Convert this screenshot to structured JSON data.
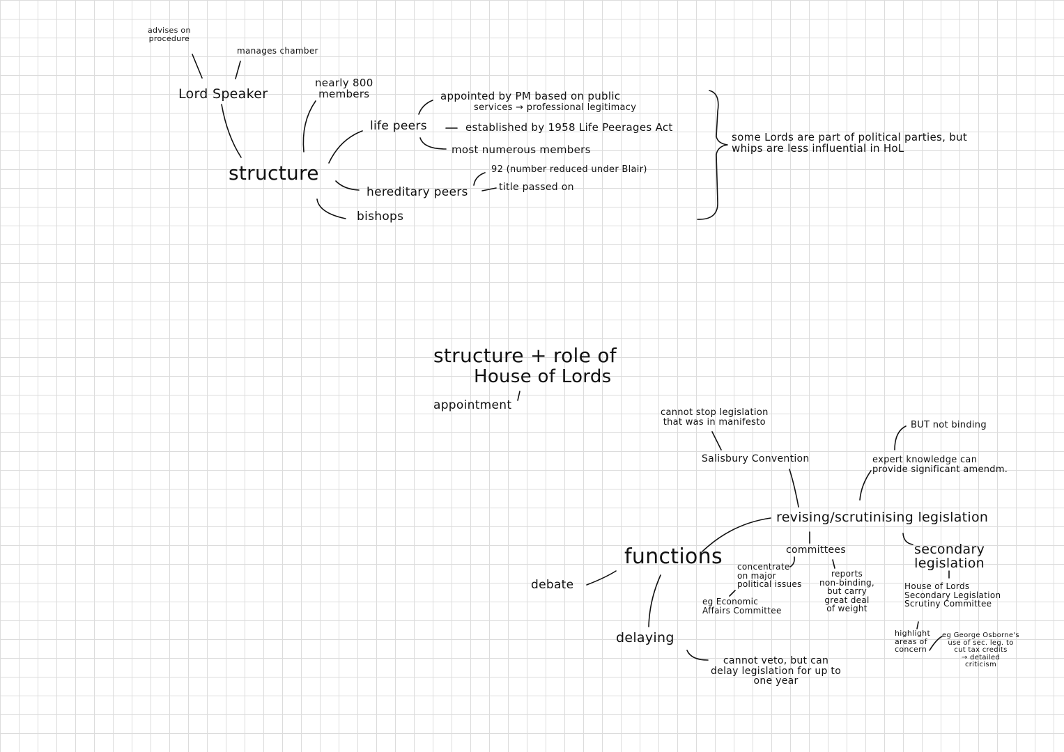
{
  "title": {
    "line1": "structure + role of",
    "line2": "House of Lords"
  },
  "appointment": "appointment",
  "structure": {
    "label": "structure",
    "lord_speaker": {
      "label": "Lord Speaker",
      "advises": "advises on\nprocedure",
      "manages": "manages chamber"
    },
    "members": "nearly 800\nmembers",
    "life_peers": {
      "label": "life peers",
      "appointed": "appointed by PM based on public",
      "appointed_2": "services → professional legitimacy",
      "established": "established by 1958 Life Peerages Act",
      "numerous": "most numerous members"
    },
    "hereditary_peers": {
      "label": "hereditary peers",
      "number": "92 (number reduced under Blair)",
      "title": "title passed on"
    },
    "bishops": "bishops",
    "parties_note": "some Lords are part of political parties, but\nwhips are less influential in HoL"
  },
  "functions": {
    "label": "functions",
    "debate": "debate",
    "delaying": {
      "label": "delaying",
      "note": "cannot veto, but can\ndelay legislation for up to\none year"
    },
    "revising": {
      "label": "revising/scrutinising legislation",
      "salisbury": "Salisbury Convention",
      "salisbury_note": "cannot stop legislation\nthat was in manifesto",
      "expert": "expert knowledge can\nprovide significant amendm.",
      "not_binding": "BUT not binding",
      "committees": {
        "label": "committees",
        "concentrate": "concentrate\non major\npolitical issues",
        "example": "eg Economic\nAffairs Committee",
        "reports": "reports\nnon-binding,\nbut carry\ngreat deal\nof weight"
      },
      "secondary": {
        "label": "secondary\nlegislation",
        "committee": "House of Lords\nSecondary Legislation\nScrutiny Committee",
        "highlight": "highlight\nareas of\nconcern",
        "example": "eg George Osborne's\nuse of sec. leg. to\ncut tax credits\n→ detailed\ncriticism"
      }
    }
  }
}
